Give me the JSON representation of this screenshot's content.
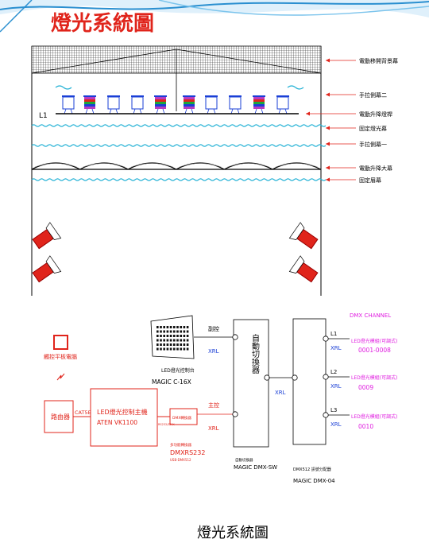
{
  "title": "燈光系統圖",
  "caption": "燈光系統圖",
  "stage_labels": {
    "l1": "L1",
    "backdrop": "電動移開背景幕",
    "side2": "手拉側幕二",
    "batten": "電動升降燈桿",
    "fixed_light_curtain": "固定燈光幕",
    "side1": "手拉側幕一",
    "main_curtain": "電動升降大幕",
    "fixed_curtain": "固定眉幕"
  },
  "system": {
    "tablet": "觸控平板電腦",
    "router": "路由器",
    "cat5e": "CAT5E",
    "host_line1": "LED燈光控制主機",
    "host_line2": "ATEN VK1100",
    "rs232_tiny": "RS232/DMX",
    "rs232_box": "DMX轉換器",
    "rs232_label": "DMXRS232",
    "rs232_name": "多功能轉換器",
    "rs232_sub": "USB-DMX512",
    "console_name": "LED燈光控制台",
    "console_model": "MAGIC C-16X",
    "sub_ctrl": "副控",
    "main_ctrl": "主控",
    "xrl": "XRL",
    "switcher_vertical": "自動切換器",
    "switcher_name": "自動切換器",
    "switcher_model": "MAGIC DMX-SW",
    "splitter_name": "DMX512 訊號分配器",
    "splitter_model": "MAGIC DMX-04",
    "channel_header": "DMX CHANNEL",
    "outputs": [
      {
        "line": "L1",
        "desc": "LED燈光模組(可調式)",
        "ch": "0001-0008"
      },
      {
        "line": "L2",
        "desc": "LED燈光模組(可調式)",
        "ch": "0009"
      },
      {
        "line": "L3",
        "desc": "LED燈光模組(可調式)",
        "ch": "0010"
      }
    ]
  },
  "colors": {
    "red": "#e0241b",
    "magenta": "#e020e0",
    "blue": "#1a3fd6",
    "accent": "#2a8fd0"
  }
}
